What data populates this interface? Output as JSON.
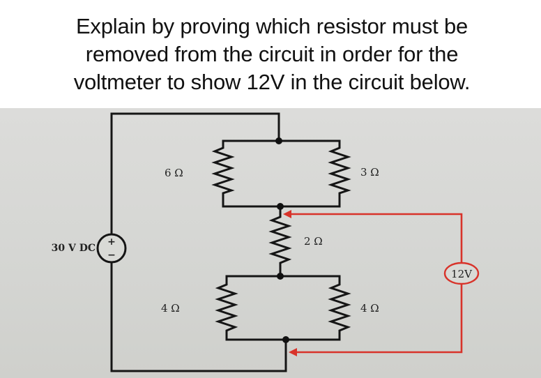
{
  "question": {
    "lines": [
      "Explain by proving which resistor must be",
      "removed from the circuit in order for the",
      "voltmeter to show 12V in the circuit below."
    ]
  },
  "circuit": {
    "source": {
      "label": "30 V DC",
      "plus": "+",
      "minus": "−"
    },
    "resistors": {
      "top_left": "6 Ω",
      "top_right": "3 Ω",
      "middle": "2 Ω",
      "bottom_left": "4 Ω",
      "bottom_right": "4 Ω"
    },
    "voltmeter": {
      "label": "12V"
    },
    "colors": {
      "wire": "#151515",
      "voltmeter_lead": "#d8332a",
      "background": "#d6d7d4"
    }
  }
}
